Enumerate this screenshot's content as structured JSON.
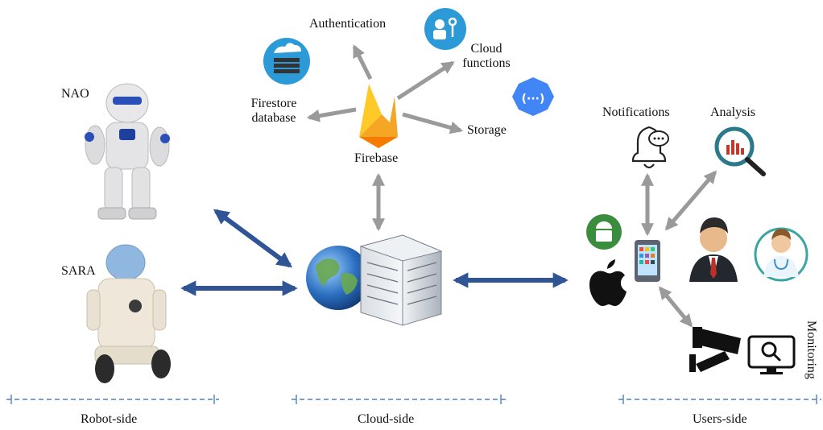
{
  "robot_side": {
    "nao_label": "NAO",
    "sara_label": "SARA",
    "section_label": "Robot-side"
  },
  "cloud_side": {
    "firebase_label": "Firebase",
    "authentication_label": "Authentication",
    "cloud_functions_line1": "Cloud",
    "cloud_functions_line2": "functions",
    "firestore_line1": "Firestore",
    "firestore_line2": "database",
    "storage_label": "Storage",
    "section_label": "Cloud-side"
  },
  "users_side": {
    "notifications_label": "Notifications",
    "analysis_label": "Analysis",
    "monitoring_label": "Monitoring",
    "section_label": "Users-side"
  },
  "colors": {
    "blue_arrow": "#2f5597",
    "gray_arrow": "#9a9a9a",
    "dashed_line": "#4f81bd",
    "firebase_orange": "#f5a623",
    "icon_blue": "#2b9ad6",
    "android_green": "#3b8d3e"
  }
}
